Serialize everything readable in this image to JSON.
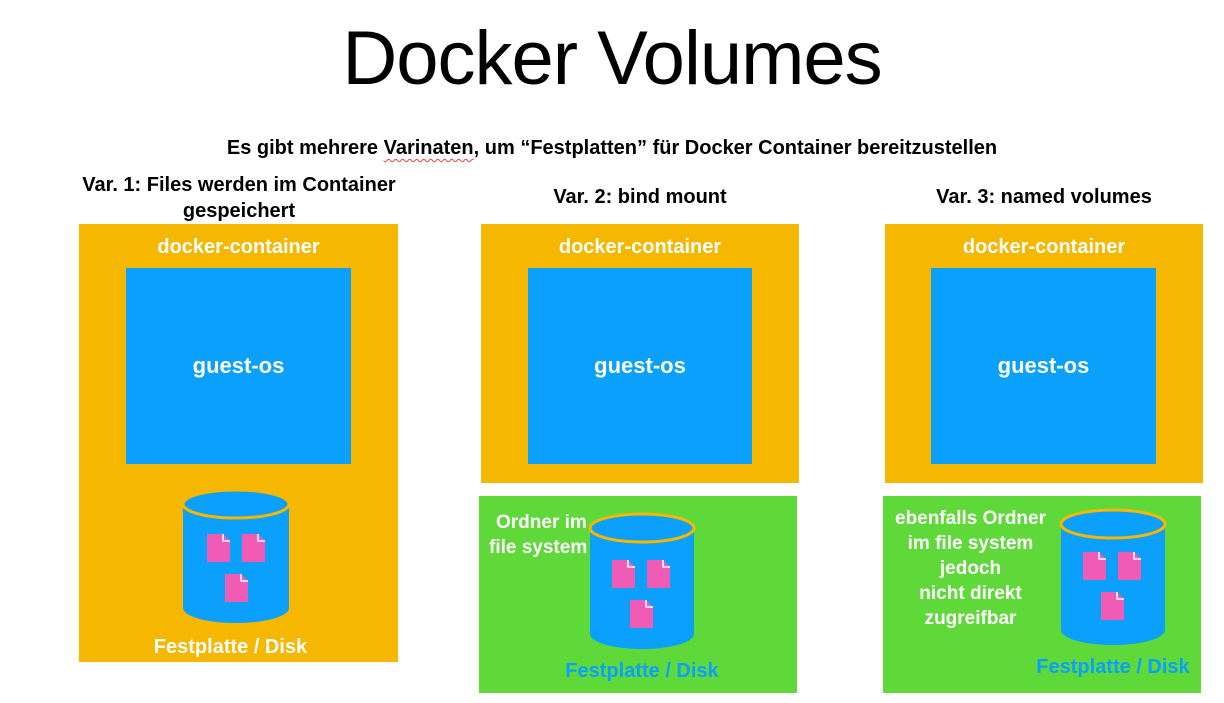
{
  "title": "Docker Volumes",
  "subtitle": {
    "before": "Es gibt mehrere ",
    "flagged_word": "Varinaten",
    "after": ", um “Festplatten” für Docker Container bereitzustellen"
  },
  "variants": [
    {
      "label": "Var. 1: Files werden im Container gespeichert",
      "container_label": "docker-container",
      "guest_label": "guest-os",
      "disk_label": "Festplatte / Disk"
    },
    {
      "label": "Var. 2: bind mount",
      "container_label": "docker-container",
      "guest_label": "guest-os",
      "note_line1": "Ordner im",
      "note_line2": "file system",
      "disk_label": "Festplatte / Disk"
    },
    {
      "label": "Var. 3: named volumes",
      "container_label": "docker-container",
      "guest_label": "guest-os",
      "note": [
        "ebenfalls Ordner",
        "im file system",
        "jedoch",
        "nicht direkt",
        "zugreifbar"
      ],
      "disk_label": "Festplatte / Disk"
    }
  ],
  "colors": {
    "container": "#f5b700",
    "host_fs": "#5fd93a",
    "guest_os": "#0aa0fb",
    "disk_body": "#0aa0fb",
    "disk_rim": "#f5b700",
    "file": "#f05bb5"
  },
  "icons": {
    "disk": "disk-cylinder-icon",
    "file": "file-document-icon"
  }
}
